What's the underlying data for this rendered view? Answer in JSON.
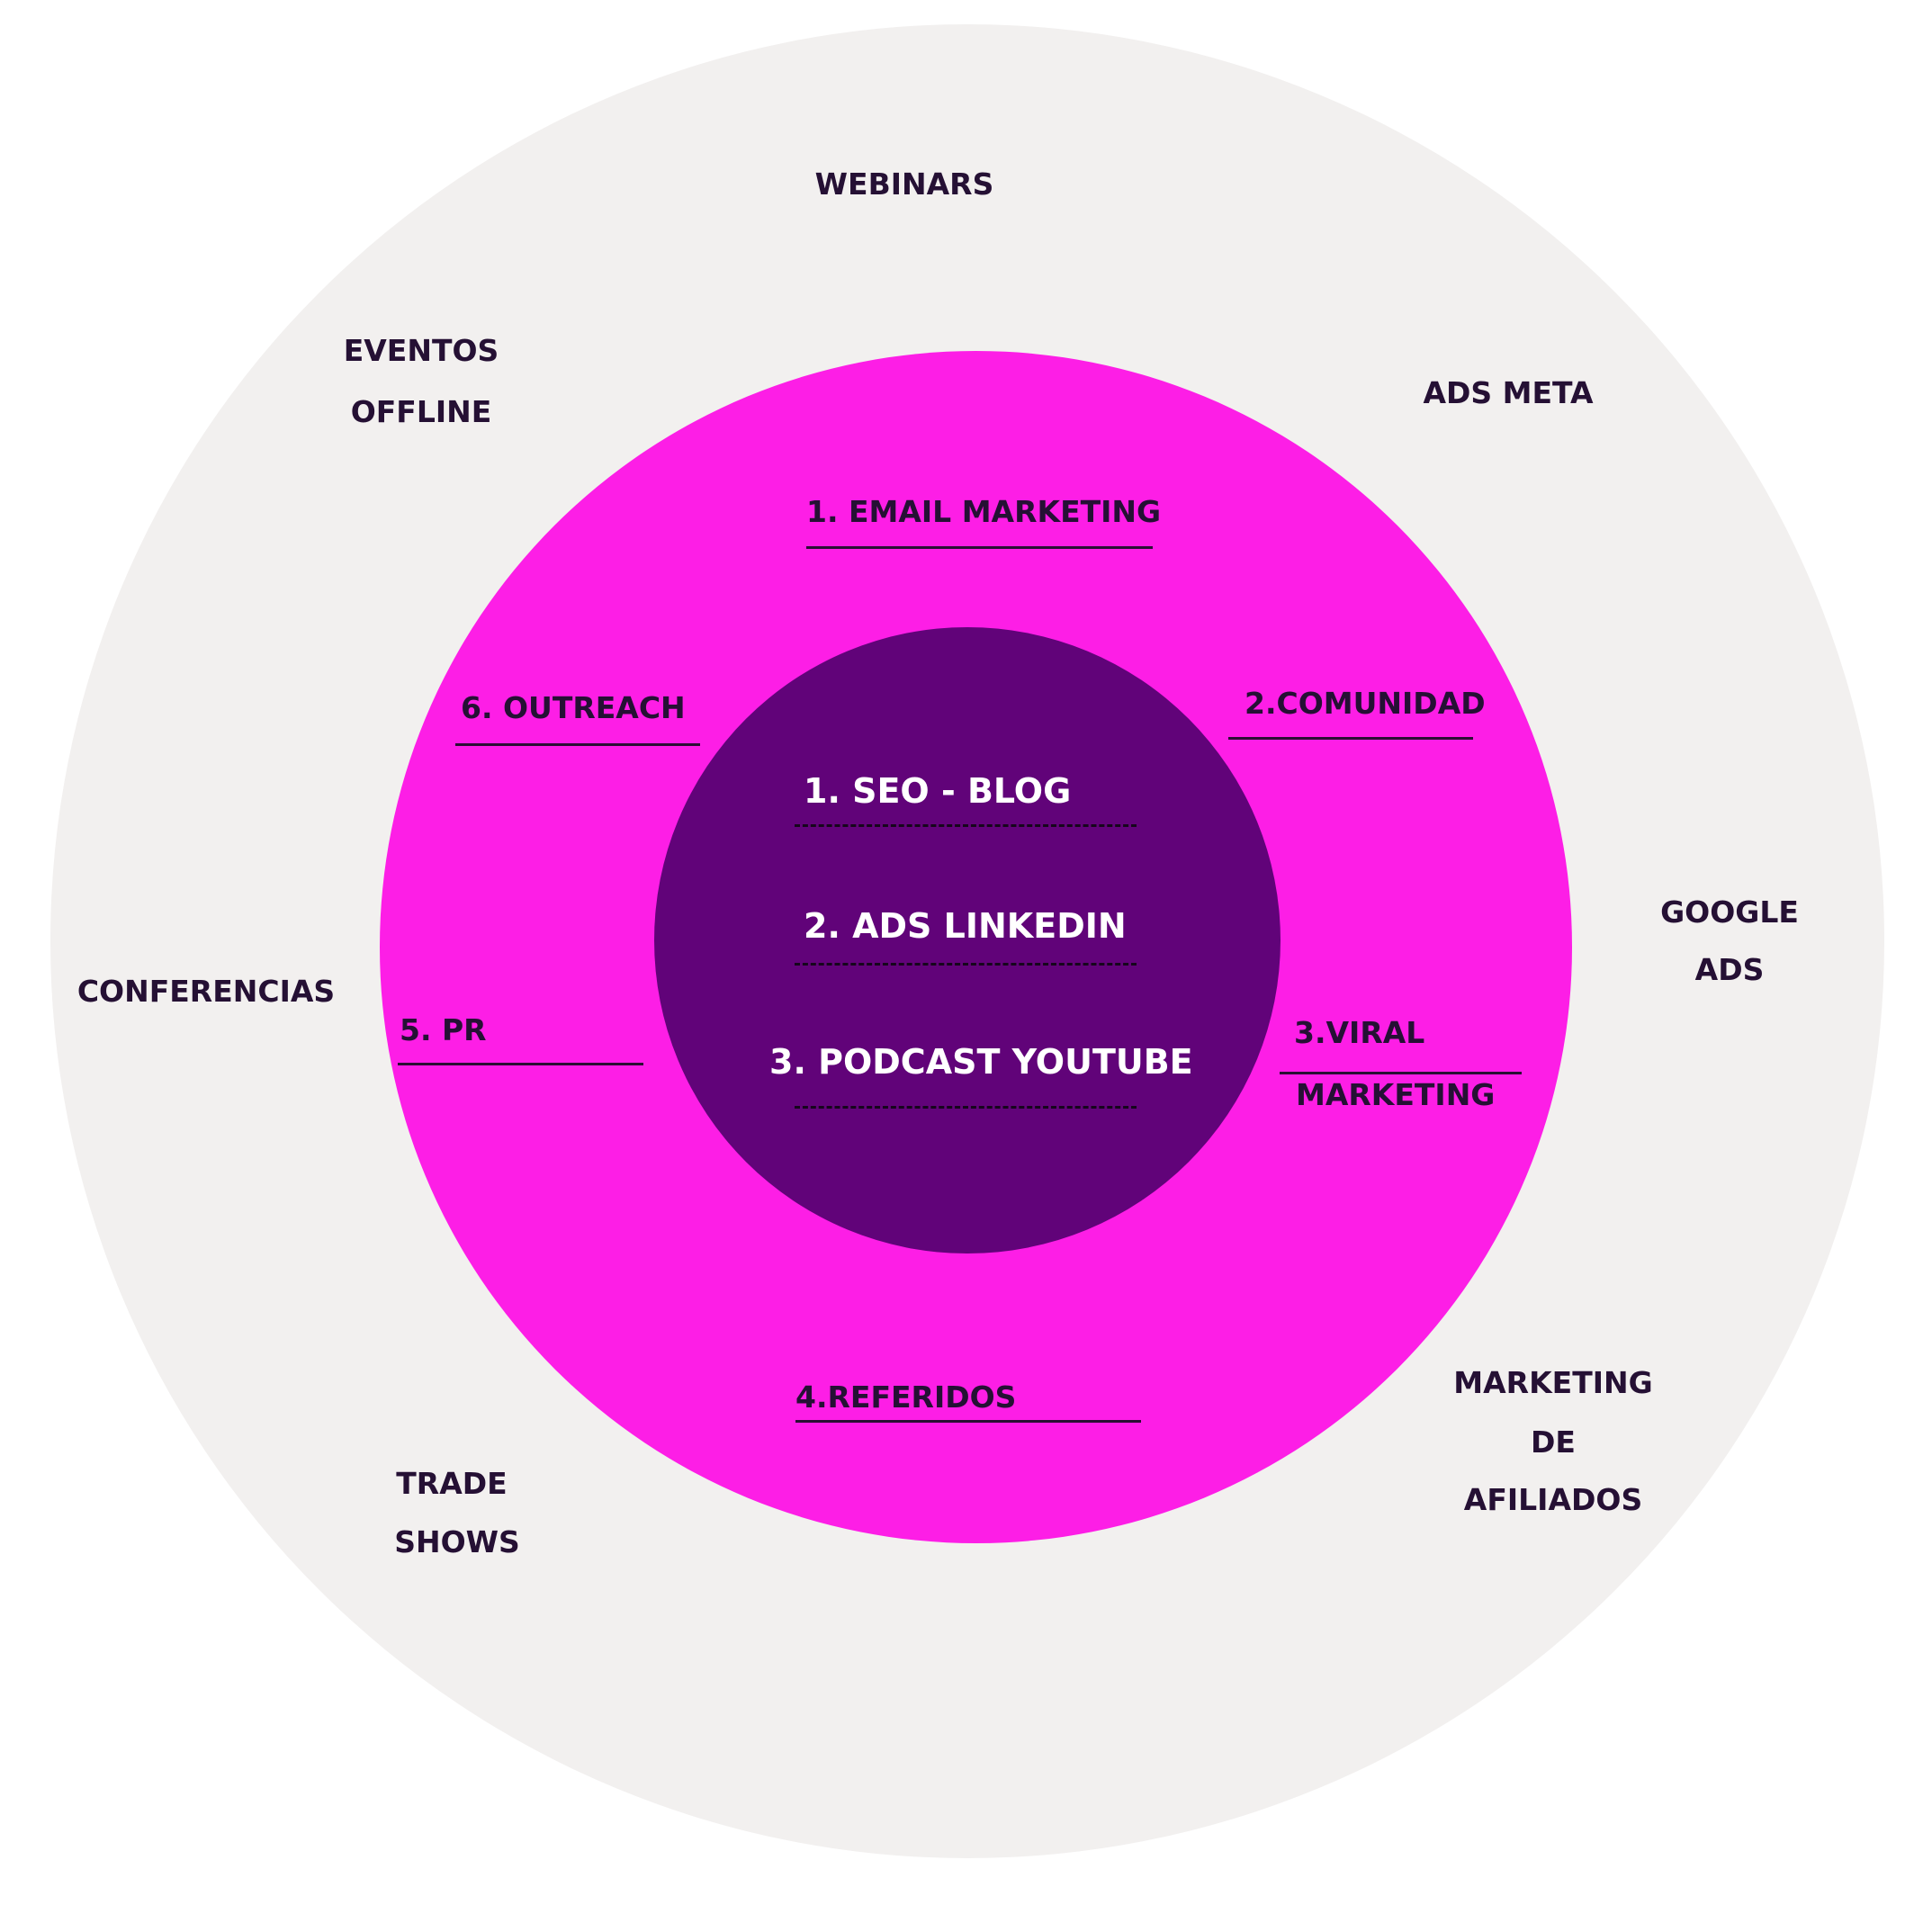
{
  "outer_ring": {
    "webinars": "WEBINARS",
    "eventos_offline": [
      "EVENTOS",
      "OFFLINE"
    ],
    "ads_meta": "ADS META",
    "google_ads": [
      "GOOGLE",
      "ADS"
    ],
    "conferencias": "CONFERENCIAS",
    "marketing_afiliados": [
      "MARKETING",
      "DE",
      "AFILIADOS"
    ],
    "trade_shows": [
      "TRADE",
      "SHOWS"
    ]
  },
  "middle_ring": {
    "email_marketing": "1. EMAIL MARKETING",
    "comunidad": "2.COMUNIDAD",
    "viral_marketing": [
      "3.VIRAL",
      "MARKETING"
    ],
    "referidos": "4.REFERIDOS",
    "pr": "5. PR",
    "outreach": "6. OUTREACH"
  },
  "inner_circle": {
    "item1": "1. SEO - BLOG",
    "item2": "2. ADS LINKEDIN",
    "item3": "3. PODCAST YOUTUBE"
  },
  "colors": {
    "outer": "#f2f0ef",
    "middle": "#fd1ee6",
    "inner": "#610379",
    "dark_text": "#251034",
    "light_text": "#ffffff"
  }
}
